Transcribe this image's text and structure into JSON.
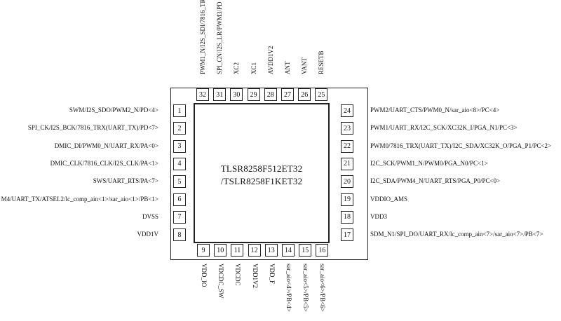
{
  "chip": {
    "line1": "TLSR8258F512ET32",
    "line2": "/TSLR8258F1KET32"
  },
  "left_pins": [
    {
      "num": "1",
      "label": "SWM/I2S_SDO/PWM2_N/PD<4>"
    },
    {
      "num": "2",
      "label": "SPI_CK/I2S_BCK/7816_TRX(UART_TX)/PD<7>"
    },
    {
      "num": "3",
      "label": "DMIC_DI/PWM0_N/UART_RX/PA<0>"
    },
    {
      "num": "4",
      "label": "DMIC_CLK/7816_CLK/I2S_CLK/PA<1>"
    },
    {
      "num": "5",
      "label": "SWS/UART_RTS/PA<7>"
    },
    {
      "num": "6",
      "label": "M4/UART_TX/ATSEL2/lc_comp_ain<1>/sar_aio<1>/PB<1>"
    },
    {
      "num": "7",
      "label": "DVSS"
    },
    {
      "num": "8",
      "label": "VDD1V"
    }
  ],
  "right_pins": [
    {
      "num": "24",
      "label": "PWM2/UART_CTS/PWM0_N/sar_aio<8>/PC<4>"
    },
    {
      "num": "23",
      "label": "PWM1/UART_RX/I2C_SCK/XC32K_I/PGA_N1/PC<3>"
    },
    {
      "num": "22",
      "label": "PWM0/7816_TRX(UART_TX)/I2C_SDA/XC32K_O/PGA_P1/PC<2>"
    },
    {
      "num": "21",
      "label": "I2C_SCK/PWM1_N/PWM0/PGA_N0/PC<1>"
    },
    {
      "num": "20",
      "label": "I2C_SDA/PWM4_N/UART_RTS/PGA_P0/PC<0>"
    },
    {
      "num": "19",
      "label": "VDDIO_AMS"
    },
    {
      "num": "18",
      "label": "VDD3"
    },
    {
      "num": "17",
      "label": "SDM_N1/SPI_DO/UART_RX/lc_comp_ain<7>/sar_aio<7>/PB<7>"
    }
  ],
  "top_pins": [
    {
      "num": "32",
      "label": "PWM1_N/I2S_SDI/7816_TR"
    },
    {
      "num": "31",
      "label": "SPI_CN/I2S_LR/PWM3/PD"
    },
    {
      "num": "30",
      "label": "XC2"
    },
    {
      "num": "29",
      "label": "XC1"
    },
    {
      "num": "28",
      "label": "AVDD1V2"
    },
    {
      "num": "27",
      "label": "ANT"
    },
    {
      "num": "26",
      "label": "VANT"
    },
    {
      "num": "25",
      "label": "RESETB"
    }
  ],
  "bottom_pins": [
    {
      "num": "9",
      "label": "VDD_IO"
    },
    {
      "num": "10",
      "label": "VDCDC_SW"
    },
    {
      "num": "11",
      "label": "VDCDC"
    },
    {
      "num": "12",
      "label": "VDD1V2"
    },
    {
      "num": "13",
      "label": "VDD_F"
    },
    {
      "num": "14",
      "label": "sar_aio<4>/PB<4>"
    },
    {
      "num": "15",
      "label": "sar_aio<5>/PB<5>"
    },
    {
      "num": "16",
      "label": "sar_aio<6>/PB<6>"
    }
  ]
}
